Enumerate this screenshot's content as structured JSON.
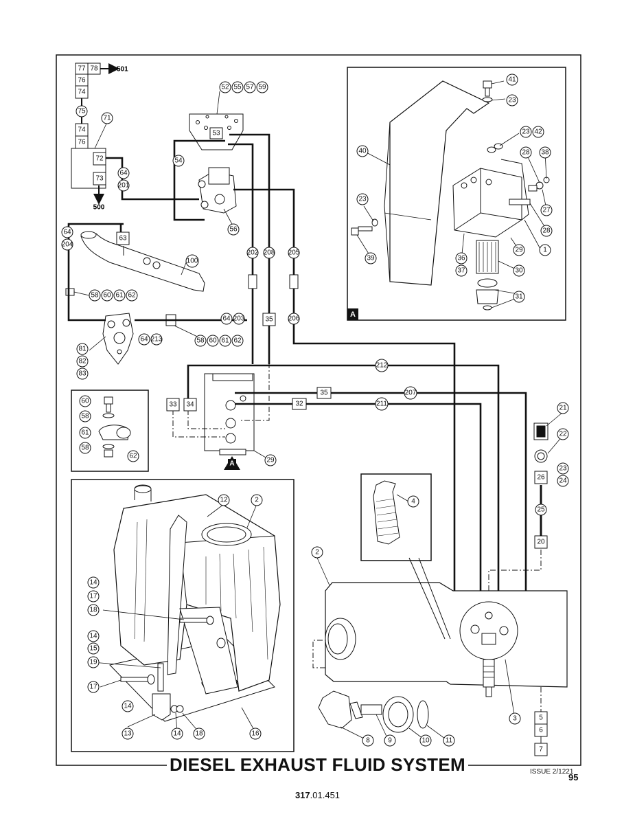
{
  "title": "DIESEL EXHAUST FLUID SYSTEM",
  "issue": "ISSUE 2/1221",
  "page_number": "95",
  "doc_code": {
    "bold": "317",
    "rest": ".01.451"
  },
  "arrow_labels": {
    "to_501": "501",
    "to_500": "500"
  },
  "detail_marker": "A",
  "callouts": {
    "c52": "52",
    "c55": "55",
    "c57": "57",
    "c59": "59",
    "c71": "71",
    "c75": "75",
    "c64a": "64",
    "c201": "201",
    "c54": "54",
    "c56": "56",
    "c64b": "64",
    "c204": "204",
    "c100": "100",
    "c58a": "58",
    "c60a": "60",
    "c61a": "61",
    "c62a": "62",
    "c202": "202",
    "c208": "208",
    "c205": "205",
    "c206": "206",
    "c64c": "64",
    "c203": "203",
    "c58b": "58",
    "c60b": "60",
    "c61b": "61",
    "c62b": "62",
    "c81": "81",
    "c82": "82",
    "c83": "83",
    "c64d": "64",
    "c213": "213",
    "c212": "212",
    "c207": "207",
    "c211": "211",
    "c29a": "29",
    "c60c": "60",
    "c58c": "58",
    "c61c": "61",
    "c58d": "58",
    "c62c": "62",
    "c41": "41",
    "c23a": "23",
    "c23b": "23",
    "c42": "42",
    "c40": "40",
    "c28a": "28",
    "c38": "38",
    "c23c": "23",
    "c27": "27",
    "c28b": "28",
    "c39": "39",
    "c29b": "29",
    "c1": "1",
    "c36": "36",
    "c37": "37",
    "c30": "30",
    "c31": "31",
    "c21": "21",
    "c22": "22",
    "c23d": "23",
    "c24": "24",
    "c25": "25",
    "c12": "12",
    "c2a": "2",
    "c4": "4",
    "c2b": "2",
    "c14a": "14",
    "c17a": "17",
    "c18a": "18",
    "c14b": "14",
    "c15": "15",
    "c19": "19",
    "c17b": "17",
    "c14c": "14",
    "c13": "13",
    "c14d": "14",
    "c18b": "18",
    "c16": "16",
    "c8": "8",
    "c9": "9",
    "c10": "10",
    "c11": "11",
    "c3": "3"
  },
  "boxes": {
    "b77": "77",
    "b78": "78",
    "b76a": "76",
    "b74a": "74",
    "b74b": "74",
    "b76b": "76",
    "b72": "72",
    "b73": "73",
    "b53": "53",
    "b63": "63",
    "b35a": "35",
    "b33": "33",
    "b34": "34",
    "b35b": "35",
    "b32": "32",
    "b26": "26",
    "b20": "20",
    "b5": "5",
    "b6": "6",
    "b7": "7"
  }
}
